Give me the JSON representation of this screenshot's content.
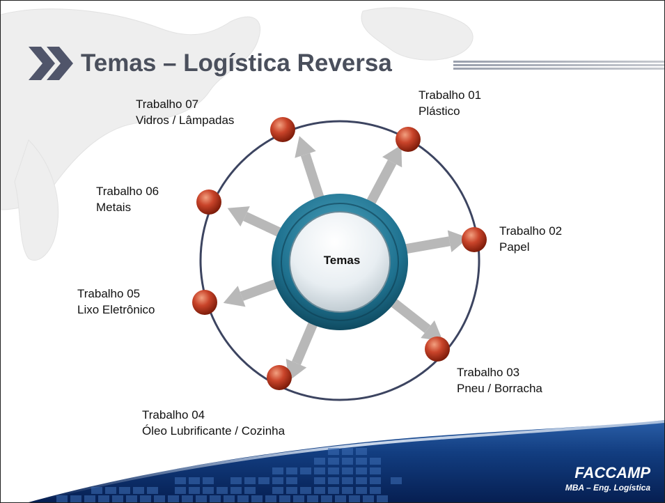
{
  "slide": {
    "title": "Temas – Logística Reversa"
  },
  "diagram": {
    "center_label": "Temas",
    "nodes": [
      {
        "line1": "Trabalho 01",
        "line2": "Plástico"
      },
      {
        "line1": "Trabalho 02",
        "line2": "Papel"
      },
      {
        "line1": "Trabalho 03",
        "line2": "Pneu / Borracha"
      },
      {
        "line1": "Trabalho 04",
        "line2": "Óleo Lubrificante / Cozinha"
      },
      {
        "line1": "Trabalho 05",
        "line2": "Lixo Eletrônico"
      },
      {
        "line1": "Trabalho 06",
        "line2": "Metais"
      },
      {
        "line1": "Trabalho 07",
        "line2": "Vidros / Lâmpadas"
      }
    ]
  },
  "footer": {
    "brand": "FACCAMP",
    "subtitle": "MBA – Eng. Logística"
  },
  "colors": {
    "title": "#4a4f5c",
    "ring": "#3c4460",
    "node": "#b2321a",
    "arrow": "#b8b8b8",
    "hub_outer": "#1e6b84",
    "footer_dark": "#0b2f6b"
  }
}
